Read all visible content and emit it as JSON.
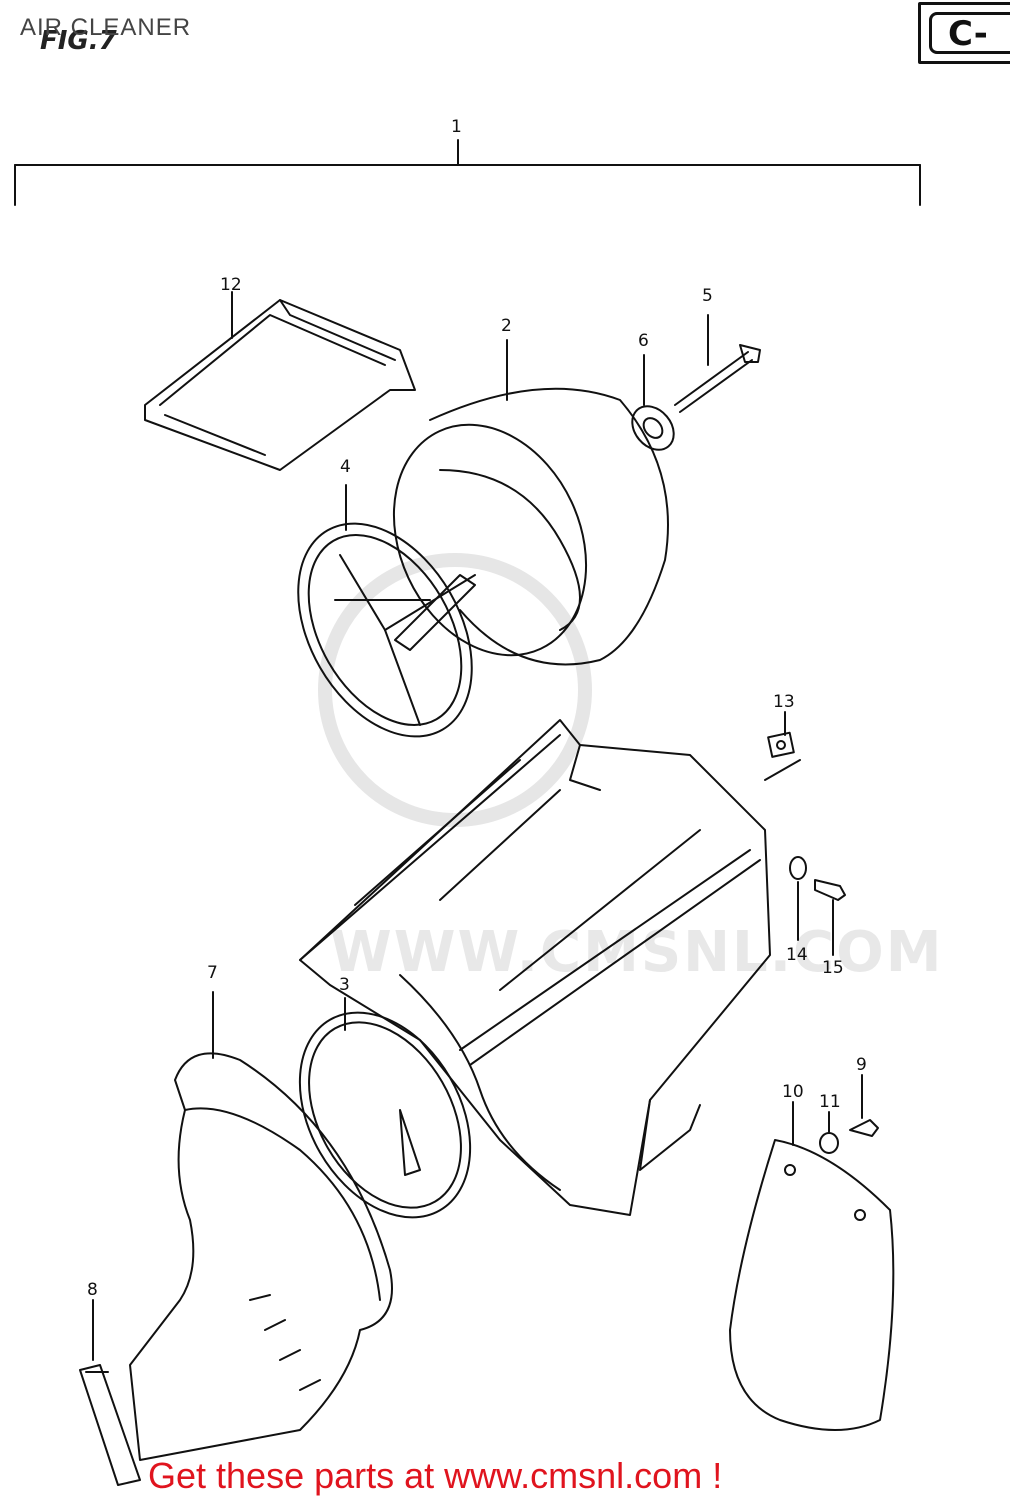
{
  "header": {
    "title": "AIR CLEANER",
    "figure_label": "FIG.7",
    "section_badge": "C-"
  },
  "callouts": {
    "c1": "1",
    "c2": "2",
    "c3": "3",
    "c4": "4",
    "c5": "5",
    "c6": "6",
    "c7": "7",
    "c8": "8",
    "c9": "9",
    "c10": "10",
    "c11": "11",
    "c12": "12",
    "c13": "13",
    "c14": "14",
    "c15": "15"
  },
  "watermark": "WWW.CMSNL.COM",
  "footer": {
    "promo_text": "Get these parts at www.cmsnl.com !"
  }
}
